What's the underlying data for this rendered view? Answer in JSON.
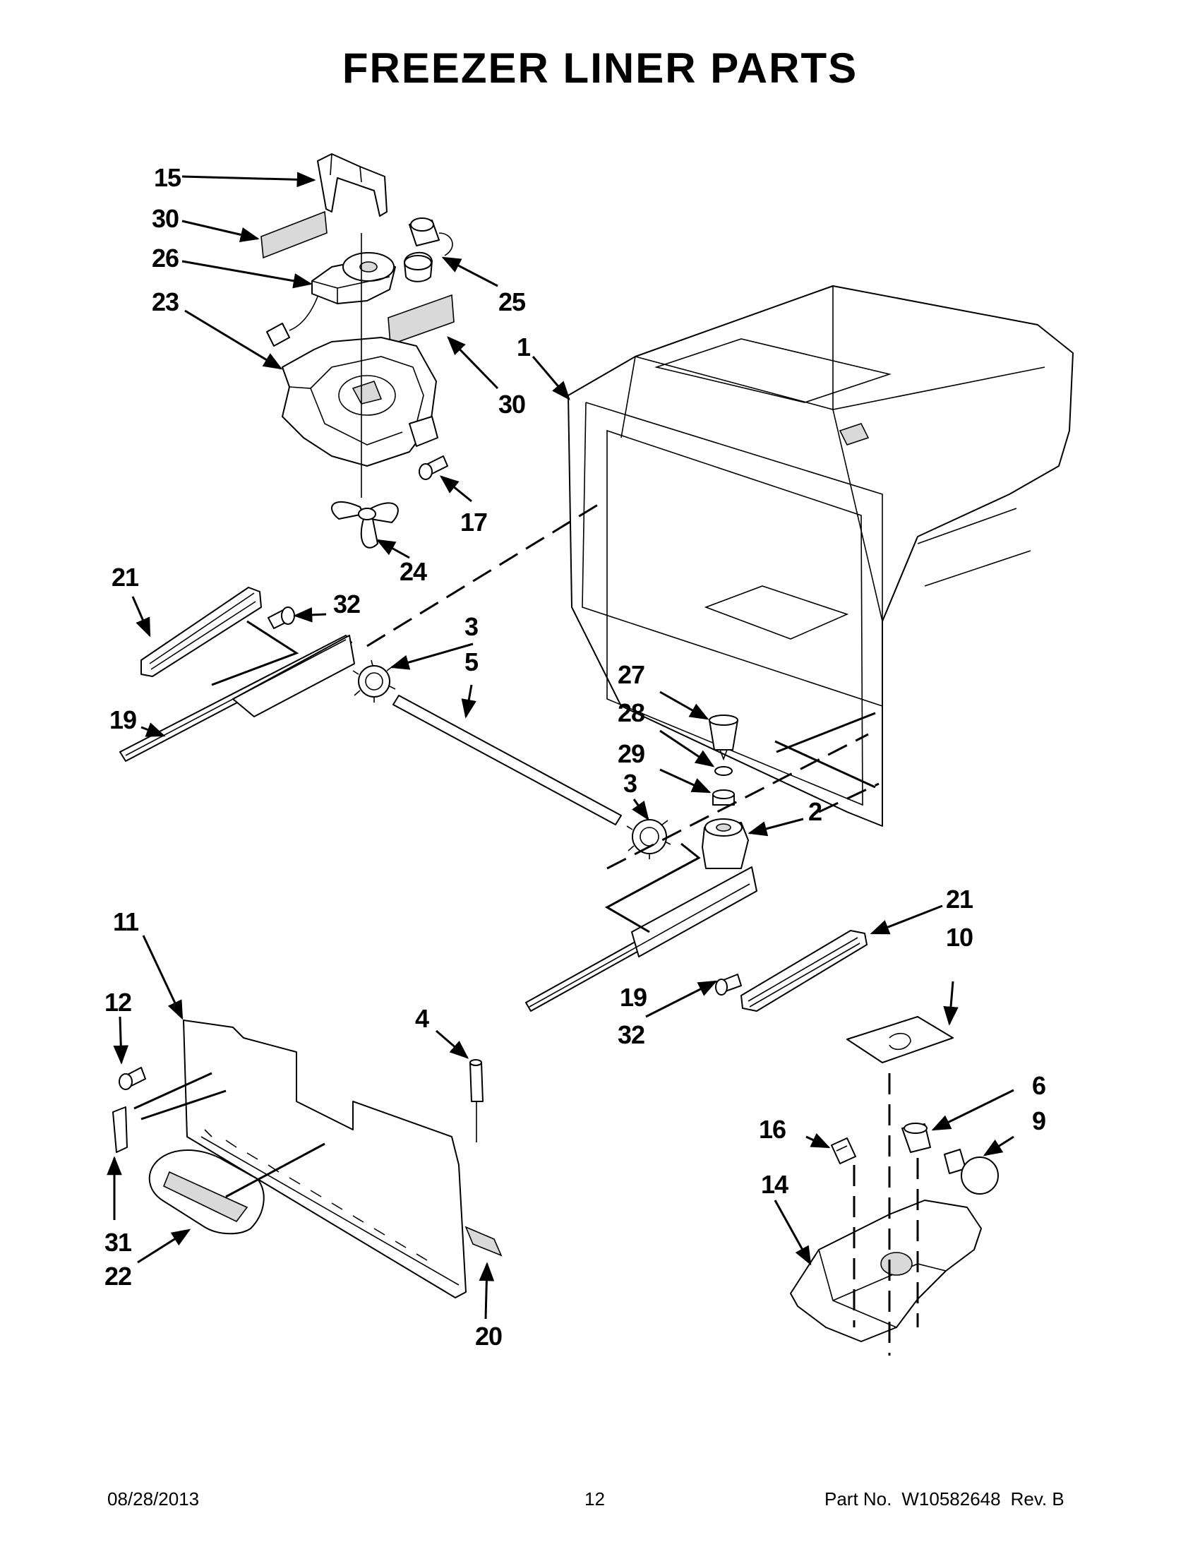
{
  "title": "FREEZER LINER PARTS",
  "footer": {
    "date": "08/28/2013",
    "page": "12",
    "part_label": "Part No.",
    "part_number": "W10582648",
    "revision": "Rev.  B"
  },
  "callouts": {
    "c1": "1",
    "c2": "2",
    "c3a": "3",
    "c3b": "3",
    "c4": "4",
    "c5": "5",
    "c6": "6",
    "c9": "9",
    "c10": "10",
    "c11": "11",
    "c12": "12",
    "c14": "14",
    "c15": "15",
    "c16": "16",
    "c17": "17",
    "c19a": "19",
    "c19b": "19",
    "c20": "20",
    "c21a": "21",
    "c21b": "21",
    "c22": "22",
    "c23": "23",
    "c24": "24",
    "c25": "25",
    "c26": "26",
    "c27": "27",
    "c28": "28",
    "c29": "29",
    "c30a": "30",
    "c30b": "30",
    "c31": "31",
    "c32a": "32",
    "c32b": "32"
  }
}
